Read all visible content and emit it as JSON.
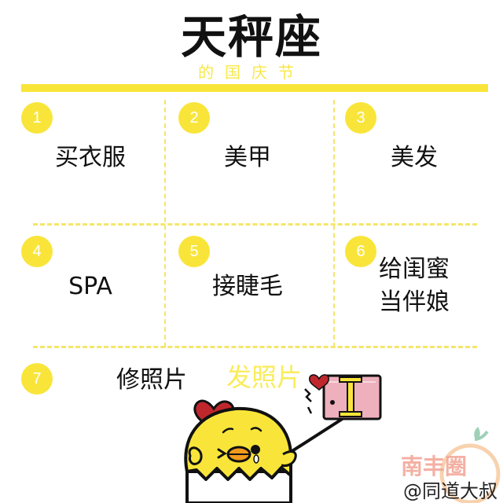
{
  "header": {
    "title": "天秤座",
    "subtitle": "的国庆节"
  },
  "grid": {
    "items": [
      {
        "number": "1",
        "label": "买衣服"
      },
      {
        "number": "2",
        "label": "美甲"
      },
      {
        "number": "3",
        "label": "美发"
      },
      {
        "number": "4",
        "label": "SPA"
      },
      {
        "number": "5",
        "label": "接睫毛"
      },
      {
        "number": "6",
        "label_line1": "给闺蜜",
        "label_line2": "当伴娘"
      },
      {
        "number": "7",
        "label": "修照片",
        "label_highlight": "发照片"
      }
    ]
  },
  "illustration": {
    "icon": "chick-selfie-illustration"
  },
  "watermark": {
    "brand": "南丰圈",
    "user": "@同道大叔"
  },
  "colors": {
    "accent_yellow": "#f9e53a",
    "dash_yellow": "#f5e66a",
    "text": "#111111",
    "watermark_pink": "#f3a89a"
  }
}
